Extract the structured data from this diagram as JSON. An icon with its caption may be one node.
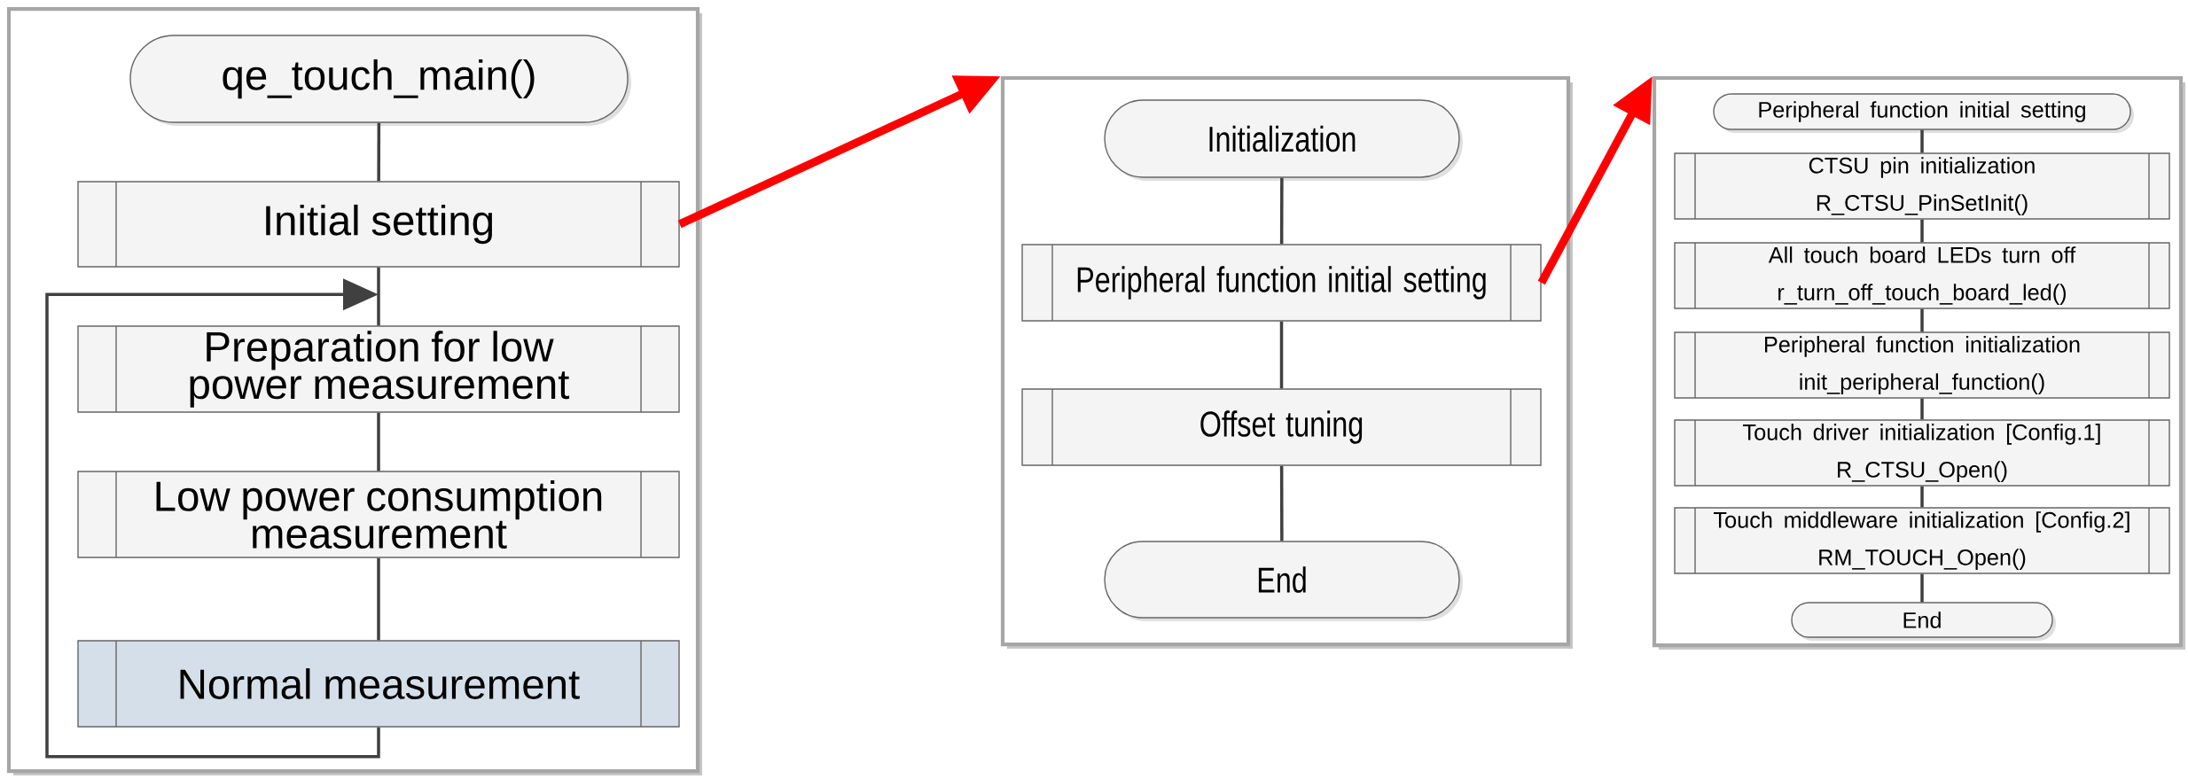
{
  "diagram": {
    "nodes": [
      {
        "text": [],
        "shape": "box"
      },
      {
        "text": [
          "qe_touch_main()"
        ],
        "in": 0
      },
      {
        "text": [
          "Initial setting"
        ],
        "in": 0
      },
      {
        "text": [
          "Preparation for low power measurement"
        ],
        "in": 0
      },
      {
        "text": [
          "Low power consumption measurement"
        ],
        "in": 0
      },
      {
        "text": [
          "Normal measurement"
        ],
        "in": 0
      },
      {
        "text": [],
        "shape": "box"
      },
      {
        "text": [
          "Initialization"
        ],
        "in": 6
      },
      {
        "text": [
          "Peripheral function initial setting"
        ],
        "in": 6
      },
      {
        "text": [
          "Offset tuning"
        ],
        "in": 6
      },
      {
        "text": [
          "End"
        ],
        "in": 6
      },
      {
        "text": [],
        "shape": "box"
      },
      {
        "text": [
          "Peripheral function initial setting"
        ],
        "in": 11
      },
      {
        "text": [
          "CTSU pin initialization",
          "R_CTSU_PinSetInit()"
        ],
        "in": 11
      },
      {
        "text": [
          "All touch board LEDs turn off",
          "r_turn_off_touch_board_led()"
        ],
        "in": 11
      },
      {
        "text": [
          "Peripheral function initialization",
          "init_peripheral_function()"
        ],
        "in": 11
      },
      {
        "text": [
          "Touch driver initialization [Config.1]",
          "R_CTSU_Open()"
        ],
        "in": 11
      },
      {
        "text": [
          "Touch middleware initialization [Config.2]",
          "RM_TOUCH_Open()"
        ],
        "in": 11
      },
      {
        "text": [
          "End"
        ],
        "in": 11
      }
    ],
    "edges": [
      {
        "from": 1,
        "to": 2,
        "arrow": "none"
      },
      {
        "from": 2,
        "to": 3,
        "arrow": "none"
      },
      {
        "from": 3,
        "to": 4,
        "arrow": "none"
      },
      {
        "from": 4,
        "to": 5,
        "arrow": "none"
      },
      {
        "from": 5,
        "to": 3,
        "arrow": "to"
      },
      {
        "from": 2,
        "to": 6,
        "arrow": "to",
        "style": "thick",
        "color": "#ff0000"
      },
      {
        "from": 7,
        "to": 8,
        "arrow": "none"
      },
      {
        "from": 8,
        "to": 9,
        "arrow": "none"
      },
      {
        "from": 9,
        "to": 10,
        "arrow": "none"
      },
      {
        "from": 8,
        "to": 11,
        "arrow": "to",
        "style": "thick",
        "color": "#ff0000"
      },
      {
        "from": 12,
        "to": 13,
        "arrow": "none"
      },
      {
        "from": 13,
        "to": 14,
        "arrow": "none"
      },
      {
        "from": 14,
        "to": 15,
        "arrow": "none"
      },
      {
        "from": 15,
        "to": 16,
        "arrow": "none"
      },
      {
        "from": 16,
        "to": 17,
        "arrow": "none"
      },
      {
        "from": 17,
        "to": 18,
        "arrow": "none"
      }
    ]
  }
}
